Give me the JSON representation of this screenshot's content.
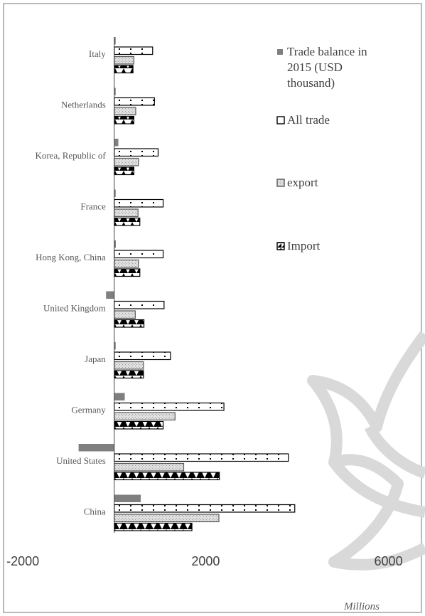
{
  "chart_data": {
    "type": "bar",
    "orientation": "horizontal",
    "categories": [
      "Italy",
      "Netherlands",
      "Korea, Republic of",
      "France",
      "Hong Kong, China",
      "United Kingdom",
      "Japan",
      "Germany",
      "United States",
      "China"
    ],
    "series": [
      {
        "name": "Trade balance in 2015 (USD thousand)",
        "values": [
          15,
          10,
          90,
          25,
          35,
          -180,
          0,
          230,
          -780,
          580
        ]
      },
      {
        "name": "All trade",
        "values": [
          840,
          880,
          960,
          1070,
          1070,
          1090,
          1230,
          2400,
          3810,
          3950
        ]
      },
      {
        "name": "export",
        "values": [
          430,
          470,
          530,
          520,
          530,
          460,
          640,
          1330,
          1520,
          2290
        ]
      },
      {
        "name": "Import",
        "values": [
          410,
          430,
          430,
          560,
          560,
          650,
          640,
          1070,
          2300,
          1700
        ]
      }
    ],
    "xlim": [
      -2500,
      6800
    ],
    "xticks": [
      -2000,
      2000,
      6000
    ],
    "xtick_labels": [
      "-2000",
      "2000",
      "6000"
    ],
    "unit_label": "Millions",
    "legend_position": "right",
    "grid": false,
    "colors": {
      "balance": "#7f7f7f",
      "all_trade": "#000000",
      "export": "#595959",
      "import": "#000000",
      "frame": "#8a8a8a",
      "watermark": "#d9d9d9"
    }
  }
}
